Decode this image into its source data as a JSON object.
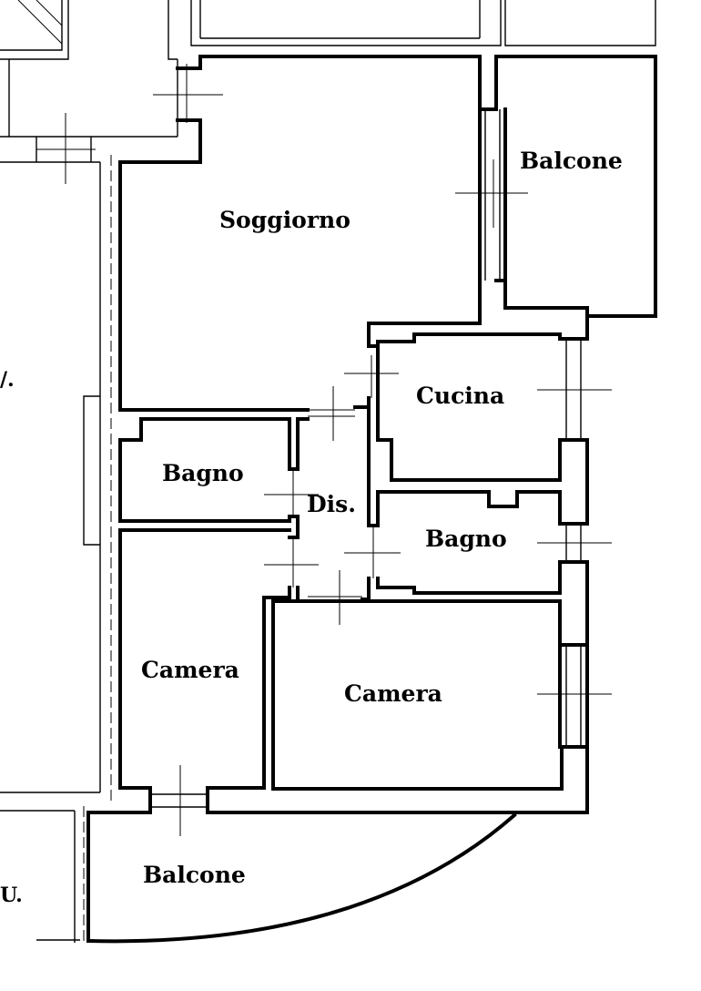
{
  "rooms": {
    "soggiorno": "Soggiorno",
    "balcone_top": "Balcone",
    "cucina": "Cucina",
    "bagno_left": "Bagno",
    "dis": "Dis.",
    "bagno_right": "Bagno",
    "camera_left": "Camera",
    "camera_right": "Camera",
    "balcone_bottom": "Balcone"
  },
  "edge_fragments": {
    "left_mid": "/.",
    "left_bottom": "U."
  }
}
